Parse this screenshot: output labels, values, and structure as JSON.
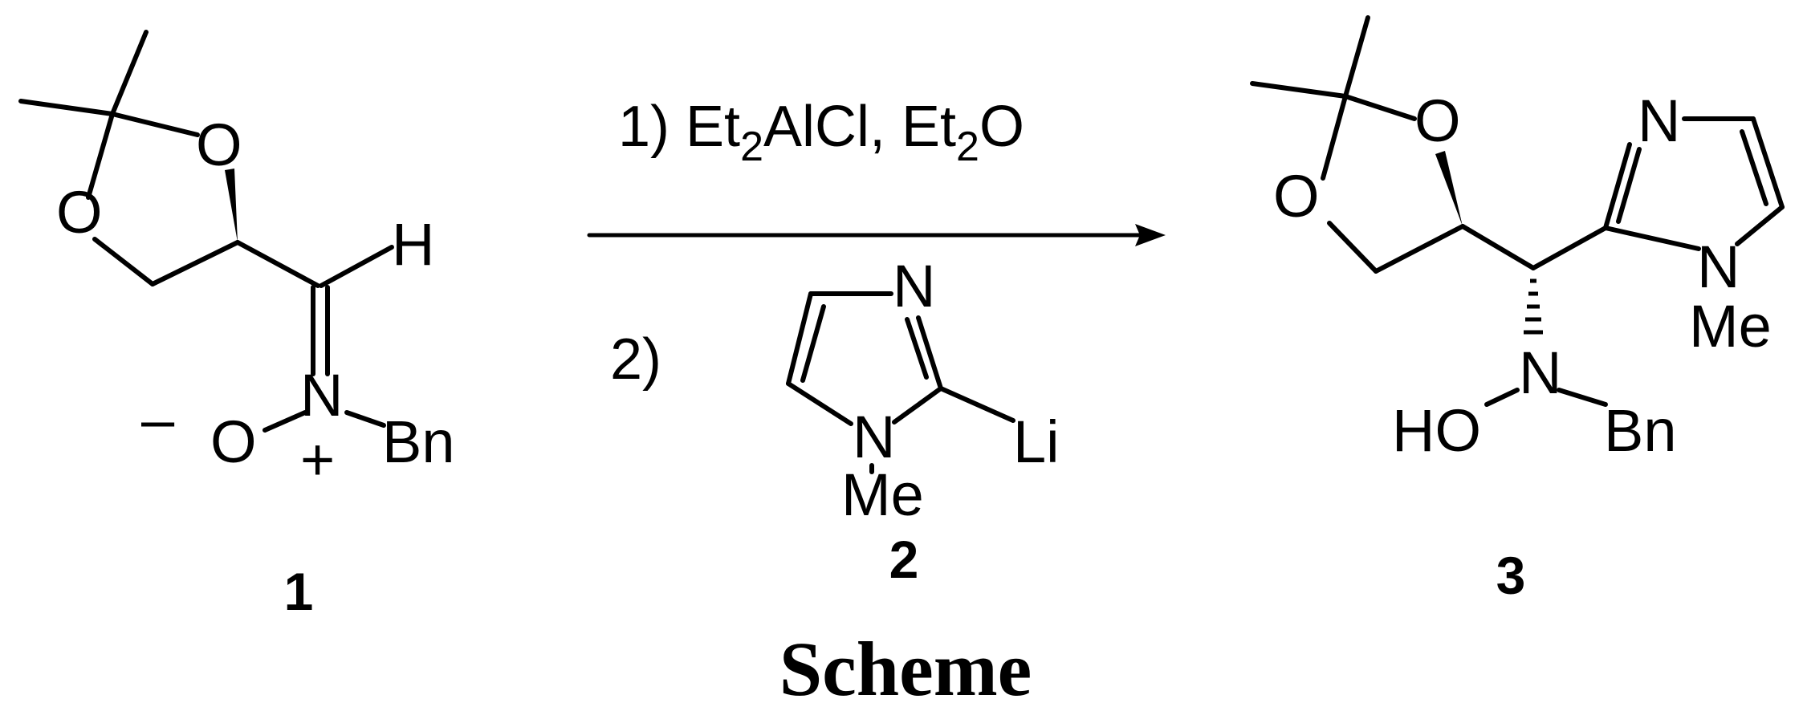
{
  "title": "Scheme",
  "conditions": {
    "step1_prefix": "1) Et",
    "step1_sub1": "2",
    "step1_mid": "AlCl, Et",
    "step1_sub2": "2",
    "step1_suffix": "O",
    "step2_label": "2)"
  },
  "compounds": {
    "c1": "1",
    "c2": "2",
    "c3": "3"
  },
  "atoms": {
    "m1": {
      "o_top": "O",
      "o_left": "O",
      "h": "H",
      "n": "N",
      "o_minus": "O",
      "minus": "–",
      "plus": "+",
      "bn": "Bn"
    },
    "m2": {
      "n_top": "N",
      "n_me": "N",
      "me": "Me",
      "li": "Li"
    },
    "m3": {
      "o_top": "O",
      "o_left": "O",
      "n_top": "N",
      "n_me": "N",
      "me": "Me",
      "n": "N",
      "ho": "HO",
      "bn": "Bn"
    }
  },
  "colors": {
    "ink": "#000000",
    "background": "#ffffff"
  }
}
